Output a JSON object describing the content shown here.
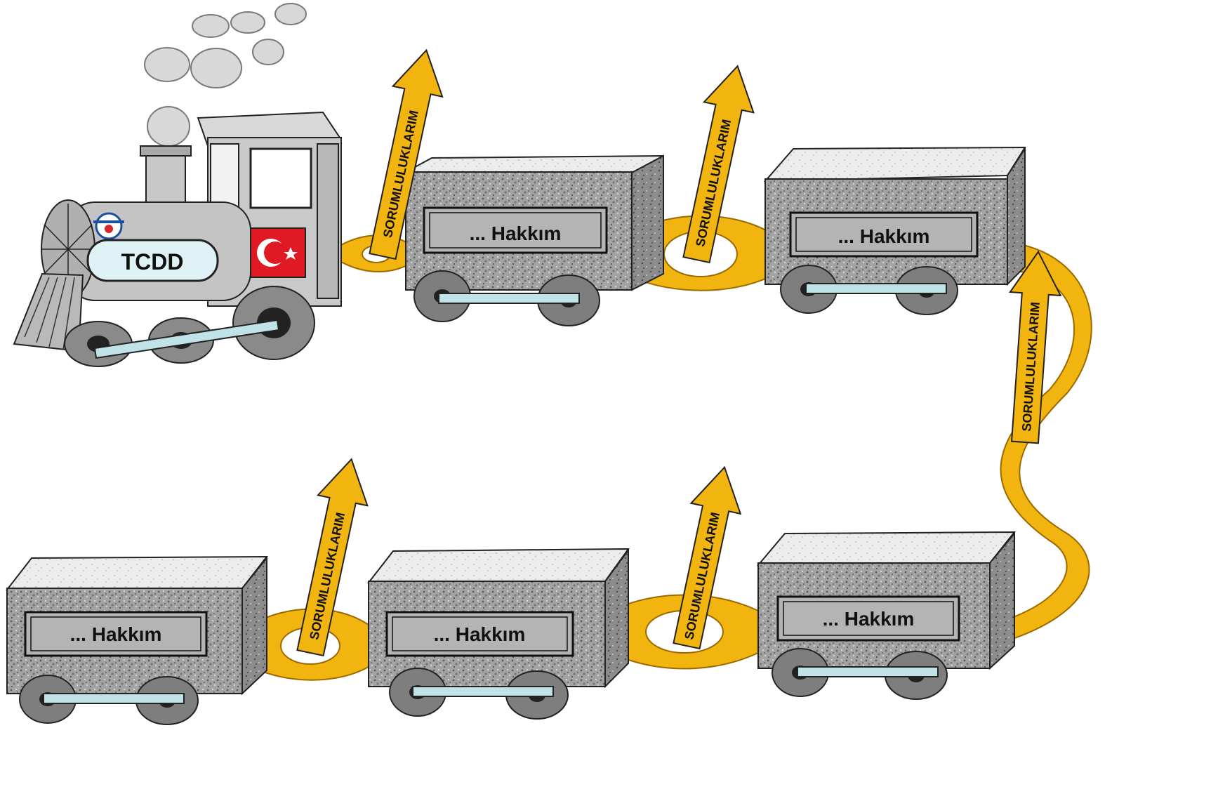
{
  "locomotive": {
    "name_plate": "TCDD",
    "flag": "Turkish flag"
  },
  "wagons": [
    {
      "label": "... Hakkım"
    },
    {
      "label": "... Hakkım"
    },
    {
      "label": "... Hakkım"
    },
    {
      "label": "... Hakkım"
    },
    {
      "label": "... Hakkım"
    }
  ],
  "arrows": [
    {
      "label": "SORUMLULUKLARIM"
    },
    {
      "label": "SORUMLULUKLARIM"
    },
    {
      "label": "SORUMLULUKLARIM"
    },
    {
      "label": "SORUMLULUKLARIM"
    },
    {
      "label": "SORUMLULUKLARIM"
    }
  ],
  "colors": {
    "ribbon": "#f2b50f",
    "ribbon_stroke": "#9a6a00",
    "granite": "#9c9c9c",
    "rod": "#bfe3e6",
    "flag_red": "#e01a22",
    "plate": "#dff3f6"
  }
}
